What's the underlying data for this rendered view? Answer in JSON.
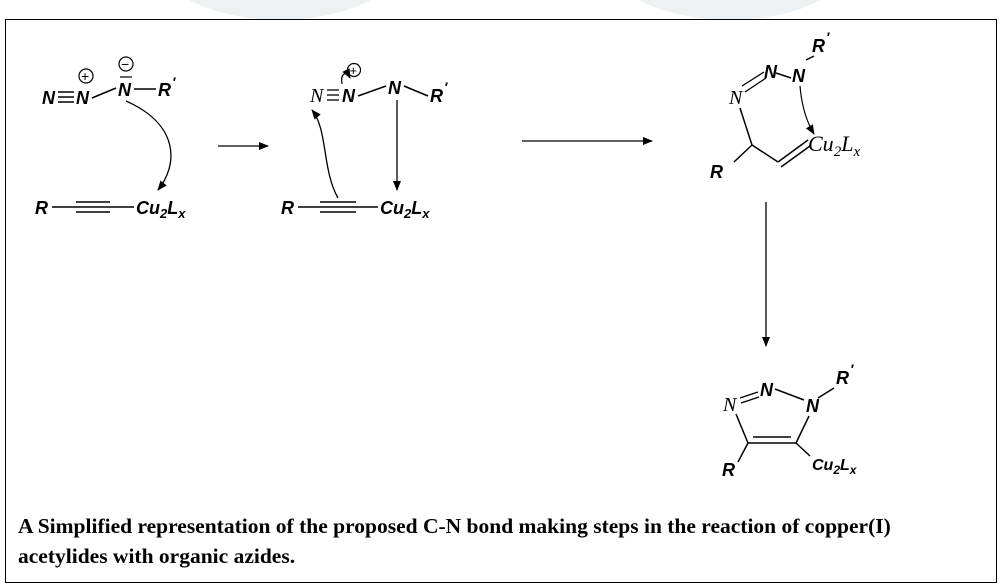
{
  "caption": "A Simplified representation of the proposed C-N bond making steps in the reaction of copper(I) acetylides with organic azides.",
  "atoms": {
    "n": "N",
    "r": "R",
    "r_prime": "R",
    "prime": "′",
    "cu": "Cu",
    "l": "L",
    "sub2": "2",
    "subx": "x",
    "plus": "+",
    "minus": "−"
  },
  "colors": {
    "ink": "#000000",
    "watermark": "#eef1f3"
  }
}
